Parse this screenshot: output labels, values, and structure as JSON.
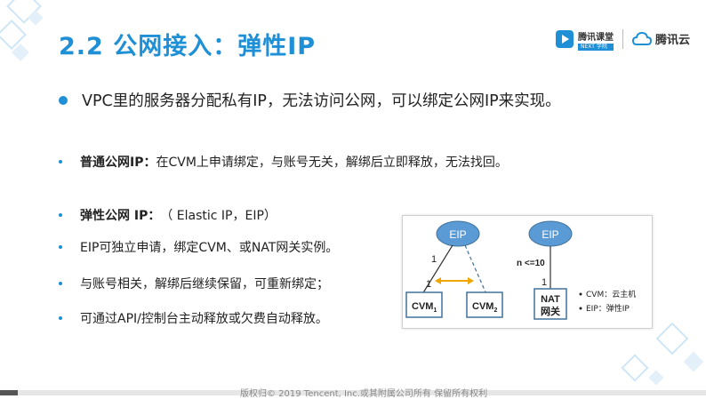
{
  "header": {
    "title": "2.2 公网接入：弹性IP",
    "logo_ketang": "腾讯课堂",
    "logo_ketang_sub": "NEXT 学院",
    "logo_cloud": "腾讯云"
  },
  "main_bullet": "VPC里的服务器分配私有IP，无法访问公网，可以绑定公网IP来实现。",
  "sub_items": [
    {
      "bold": "普通公网IP：",
      "text": "在CVM上申请绑定，与账号无关，解绑后立即释放，无法找回。"
    },
    {
      "bold": "弹性公网 IP：",
      "text": " （ Elastic IP，EIP）"
    },
    {
      "bold": "",
      "text": "EIP可独立申请，绑定CVM、或NAT网关实例。"
    },
    {
      "bold": "",
      "text": "与账号相关，解绑后继续保留，可重新绑定；"
    },
    {
      "bold": "",
      "text": "可通过API/控制台主动释放或欠费自动释放。"
    }
  ],
  "diagram": {
    "eip_left": "EIP",
    "eip_right": "EIP",
    "label_1_top": "1",
    "label_1_bottom": "1",
    "label_n": "n <=10",
    "label_1_right": "1",
    "cvm1": "CVM",
    "cvm1_sub": "1",
    "cvm2": "CVM",
    "cvm2_sub": "2",
    "nat_line1": "NAT",
    "nat_line2": "网关",
    "legend_cvm": "CVM：云主机",
    "legend_eip": "EIP：弹性IP"
  },
  "footer": "版权归© 2019 Tencent, Inc.或其附属公司所有 保留所有权利"
}
